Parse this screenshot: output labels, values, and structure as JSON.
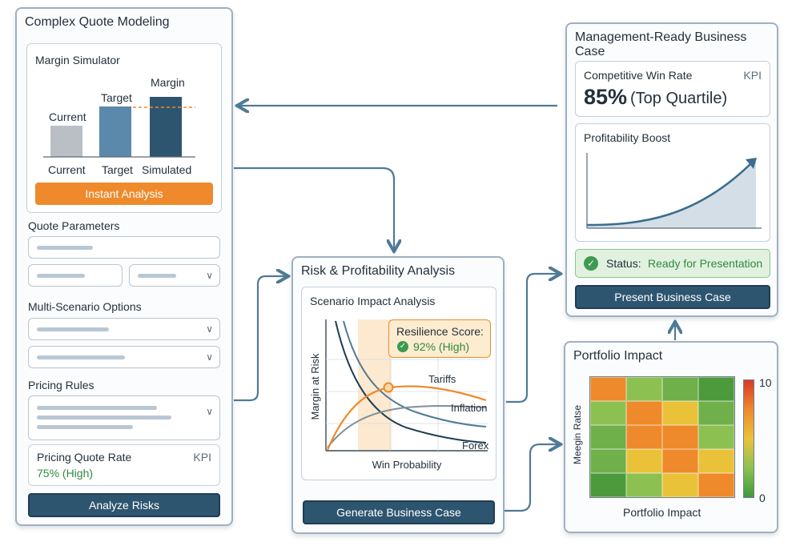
{
  "left_panel": {
    "title": "Complex Quote Modeling",
    "margin_simulator": {
      "title": "Margin Simulator",
      "bar_top_labels": [
        "Current",
        "Target",
        "Margin"
      ],
      "axis_labels": [
        "Current",
        "Target",
        "Simulated"
      ],
      "bar_colors": [
        "#b9bfc5",
        "#5b89ab",
        "#2e5570"
      ],
      "target_line_color": "#ee8a2b",
      "button": "Instant Analysis"
    },
    "quote_parameters_label": "Quote Parameters",
    "multi_scenario_label": "Multi-Scenario Options",
    "pricing_rules_label": "Pricing Rules",
    "kpi_card": {
      "title": "Pricing Quote Rate",
      "tag": "KPI",
      "value": "75% (High)"
    },
    "button": "Analyze Risks"
  },
  "center_panel": {
    "title": "Risk & Profitability Analysis",
    "chart_title": "Scenario Impact Analysis",
    "xlabel": "Win Probability",
    "ylabel": "Margin at Risk",
    "curves": [
      "Tariffs",
      "Inflation",
      "Forex"
    ],
    "callout_title": "Resilience Score:",
    "callout_value": "92% (High)",
    "button": "Generate Business Case"
  },
  "right_panel": {
    "title": "Management-Ready Business Case",
    "win_rate": {
      "title": "Competitive Win Rate",
      "tag": "KPI",
      "value": "85%",
      "qualifier": "(Top Quartile)"
    },
    "profitability_title": "Profitability Boost",
    "status": {
      "prefix": "Status:",
      "value": "Ready for Presentation"
    },
    "button": "Present Business Case"
  },
  "portfolio_panel": {
    "title": "Portfolio Impact",
    "ylabel": "Meegin Ratse",
    "xlabel": "Portfolio Impact",
    "scale_max": "10",
    "scale_min": "0",
    "grid_colors": [
      [
        "#ee8a2b",
        "#8cc152",
        "#6fb04a",
        "#4d9a3c"
      ],
      [
        "#8cc152",
        "#ee8a2b",
        "#e9c23a",
        "#6fb04a"
      ],
      [
        "#6fb04a",
        "#ee8a2b",
        "#ee8a2b",
        "#8cc152"
      ],
      [
        "#6fb04a",
        "#e9c23a",
        "#ee8a2b",
        "#e9c23a"
      ],
      [
        "#4d9a3c",
        "#8cc152",
        "#e9c23a",
        "#ee8a2b"
      ]
    ]
  },
  "colors": {
    "accent": "#ee8a2b",
    "primary": "#2e5570",
    "connector": "#4f7a96",
    "success": "#3d9a4f"
  }
}
